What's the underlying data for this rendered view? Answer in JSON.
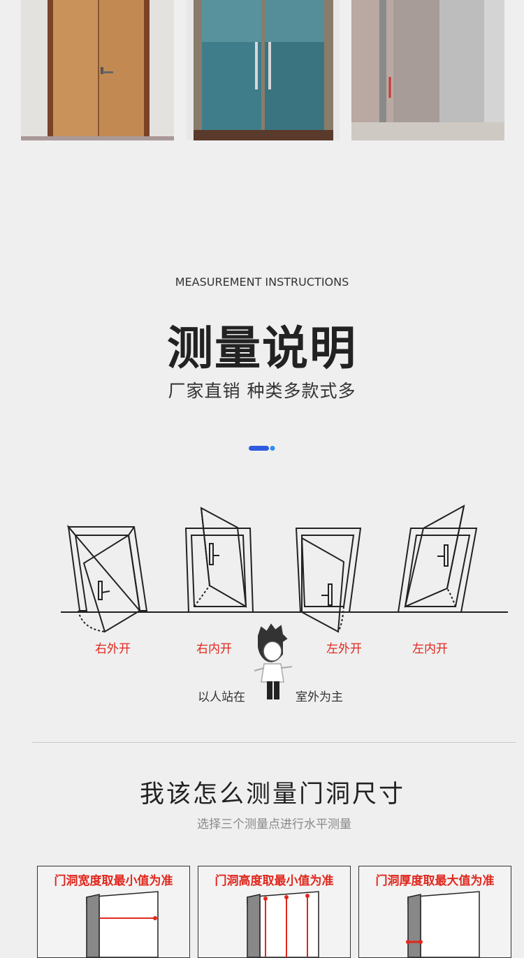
{
  "photos": [
    {
      "label": "wooden-double-door-photo"
    },
    {
      "label": "glass-double-door-photo"
    },
    {
      "label": "stainless-steel-fire-door-photo"
    }
  ],
  "section": {
    "en_title": "MEASUREMENT INSTRUCTIONS",
    "zh_title": "测量说明",
    "zh_subtitle": "厂家直销 种类多款式多",
    "accent_color": "#2e5be0"
  },
  "door_types": [
    {
      "label": "右外开"
    },
    {
      "label": "右内开"
    },
    {
      "label": "左外开"
    },
    {
      "label": "左内开"
    }
  ],
  "person_caption": {
    "left": "以人站在",
    "right": "室外为主"
  },
  "measure": {
    "title": "我该怎么测量门洞尺寸",
    "subtitle": "选择三个测量点进行水平测量",
    "cards": [
      {
        "title": "门洞宽度取最小值为准"
      },
      {
        "title": "门洞高度取最小值为准"
      },
      {
        "title": "门洞厚度取最大值为准"
      }
    ]
  },
  "colors": {
    "label_red": "#e0281e",
    "background": "#efefef"
  }
}
